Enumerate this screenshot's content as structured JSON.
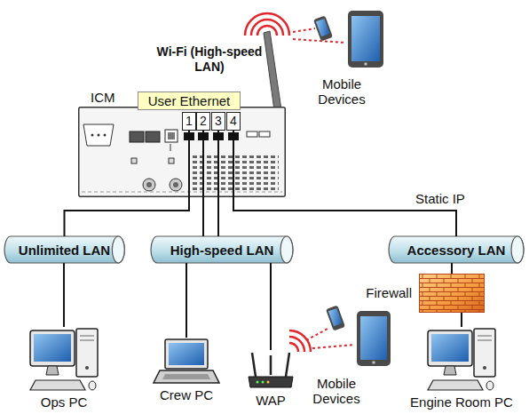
{
  "diagram": {
    "nodes": [
      {
        "text": [
          "ICM"
        ]
      },
      {
        "text": [
          "User Ethernet"
        ],
        "in": 0
      },
      {
        "text": [
          "1"
        ],
        "in": 0
      },
      {
        "text": [
          "2"
        ],
        "in": 0
      },
      {
        "text": [
          "3"
        ],
        "in": 0
      },
      {
        "text": [
          "4"
        ],
        "in": 0
      },
      {
        "text": [
          "Unlimited LAN"
        ]
      },
      {
        "text": [
          "High-speed LAN"
        ]
      },
      {
        "text": [
          "Accessory LAN"
        ]
      },
      {
        "text": [
          "Firewall"
        ]
      },
      {
        "text": [
          "Ops PC"
        ]
      },
      {
        "text": [
          "Crew PC"
        ]
      },
      {
        "text": [
          "WAP"
        ]
      },
      {
        "text": [
          "Engine Room PC"
        ]
      }
    ],
    "edges": [
      {
        "from": 2,
        "to": 6,
        "arrow": "none"
      },
      {
        "from": 3,
        "to": 7,
        "arrow": "none"
      },
      {
        "from": 4,
        "to": 7,
        "arrow": "none"
      },
      {
        "from": 5,
        "to": 8,
        "arrow": "none",
        "label": "Static IP"
      },
      {
        "from": 6,
        "to": 10,
        "arrow": "none"
      },
      {
        "from": 7,
        "to": 11,
        "arrow": "none"
      },
      {
        "from": 7,
        "to": 12,
        "arrow": "none"
      },
      {
        "from": 8,
        "to": 9,
        "arrow": "none"
      },
      {
        "from": 9,
        "to": 13,
        "arrow": "none"
      }
    ],
    "labels": [
      "Wi-Fi (High-speed LAN)",
      "Mobile Devices",
      "Mobile Devices"
    ]
  }
}
